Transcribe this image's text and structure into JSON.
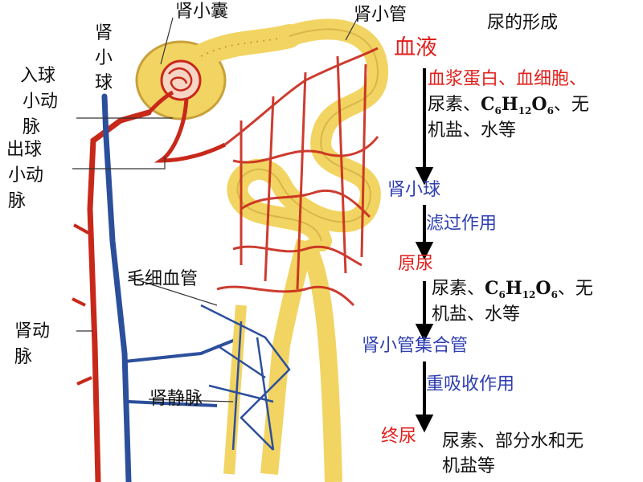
{
  "title": "尿的形成",
  "anatomy_labels": {
    "renal_capsule": "肾小囊",
    "renal_tubule": "肾小管",
    "glomerulus": "肾小球",
    "afferent_line1": "入球",
    "afferent_line2": "小动",
    "afferent_line3": "脉",
    "efferent_line1": "出球",
    "efferent_line2": "小动",
    "efferent_line3": "脉",
    "capillaries": "毛细血管",
    "renal_artery_line1": "肾动",
    "renal_artery_line2": "脉",
    "renal_vein": "肾静脉"
  },
  "flow": {
    "blood": "血液",
    "blood_contents_red": "血浆蛋白、血细胞、",
    "blood_contents_line2": "尿素、C6H12O6、无",
    "blood_contents_line3": "机盐、水等",
    "glomerulus": "肾小球",
    "filtration": "滤过作用",
    "primary_urine": "原尿",
    "primary_contents_line1": "尿素、C6H12O6、无",
    "primary_contents_line2": "机盐、水等",
    "tubule_duct": "肾小管集合管",
    "reabsorption": "重吸收作用",
    "final_urine": "终尿",
    "final_contents_line1": "尿素、部分水和无",
    "final_contents_line2": "机盐等"
  },
  "colors": {
    "artery": "#c8281a",
    "vein": "#2c4f9c",
    "tubule": "#f2d463",
    "tubule_edge": "#c9a13a",
    "label_red": "#e0201c",
    "label_blue": "#2f3fb0"
  }
}
